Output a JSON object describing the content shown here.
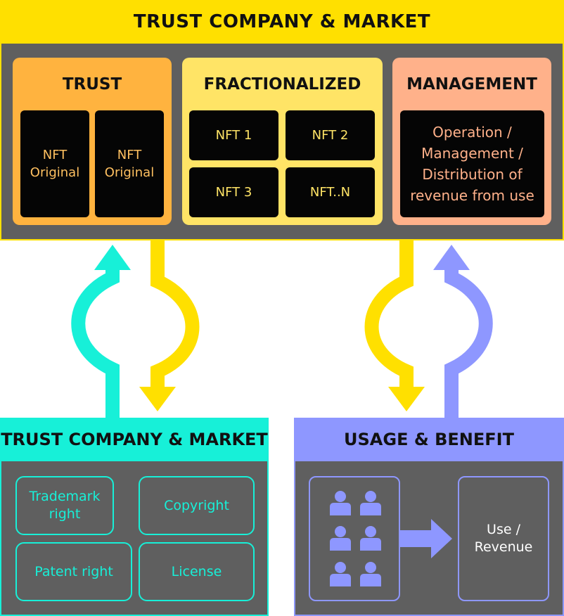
{
  "top": {
    "title": "TRUST COMPANY & MARKET",
    "trust": {
      "title": "TRUST",
      "cards": [
        "NFT\nOriginal",
        "NFT\nOriginal"
      ]
    },
    "fractionalized": {
      "title": "FRACTIONALIZED",
      "cards": [
        "NFT 1",
        "NFT 2",
        "NFT 3",
        "NFT..N"
      ]
    },
    "management": {
      "title": "MANAGEMENT",
      "description": "Operation /\nManagement /\nDistribution of\nrevenue from use"
    }
  },
  "bottom_left": {
    "title": "TRUST COMPANY & MARKET",
    "rights": [
      "Trademark\nright",
      "Copyright",
      "Patent right",
      "License"
    ]
  },
  "bottom_right": {
    "title": "USAGE & BENEFIT",
    "result": "Use /\nRevenue"
  },
  "colors": {
    "yellow": "#FFE000",
    "cyan": "#17F0D8",
    "lavender": "#8E97FF",
    "orange": "#FFB33F",
    "light_yellow": "#FFE466",
    "salmon": "#FFB18A",
    "dark_gray": "#5f5f5f"
  },
  "icons": {
    "people": "person-icon",
    "flow": "right-arrow-icon",
    "exchange": "curved-exchange-arrows"
  }
}
